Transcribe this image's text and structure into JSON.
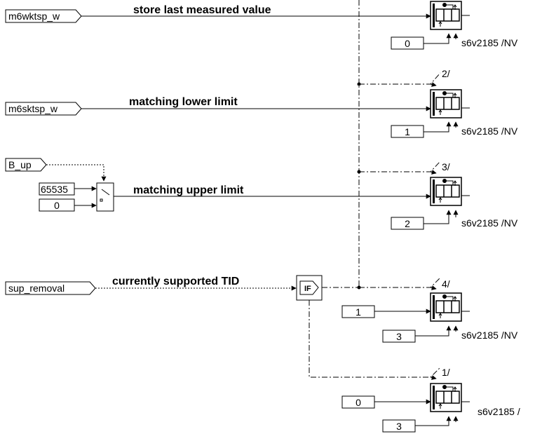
{
  "inputs": {
    "m6wktsp_w": "m6wktsp_w",
    "m6sktsp_w": "m6sktsp_w",
    "b_up": "B_up",
    "sup_removal": "sup_removal"
  },
  "annotations": {
    "store": "store last measured value",
    "lower": "matching lower limit",
    "upper": "matching upper limit",
    "tid": "currently supported TID"
  },
  "switch_inputs": {
    "top": "65535",
    "bottom": "0"
  },
  "if_block": {
    "label": "IF"
  },
  "branch_labels": {
    "b2": "2/",
    "b3": "3/",
    "b4": "4/",
    "b1": "1/"
  },
  "constants": {
    "c1": "0",
    "c2": "1",
    "c3": "2",
    "c4a": "1",
    "c4b": "3",
    "c5a": "0",
    "c5b": "3"
  },
  "suffixes": {
    "s1": "s6v2185 /NV",
    "s2": "s6v2185 /NV",
    "s3": "s6v2185 /NV",
    "s4": "s6v2185 /NV",
    "s5": "s6v2185 /"
  }
}
